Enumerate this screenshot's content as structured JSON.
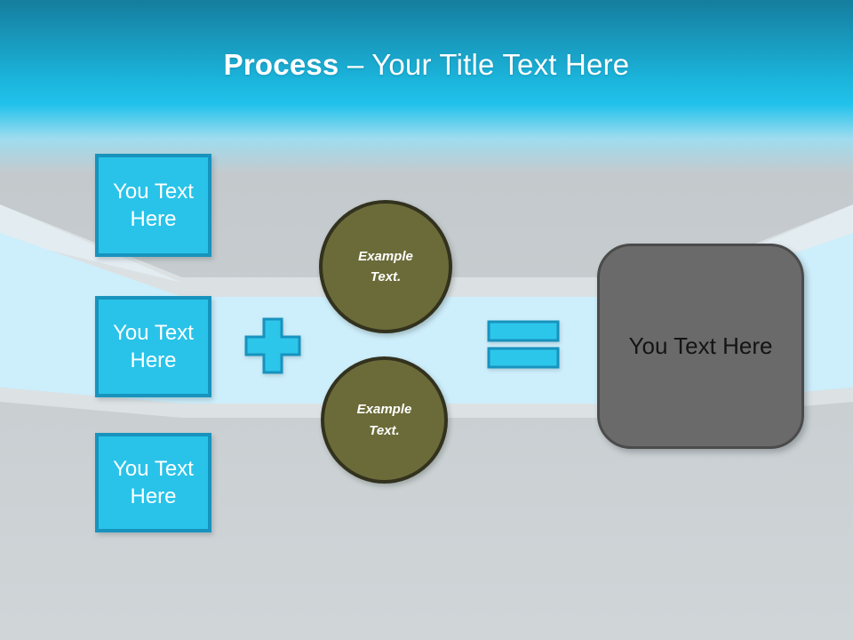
{
  "title": {
    "bold": "Process",
    "separator": " – ",
    "rest": "Your Title Text Here"
  },
  "process": {
    "input_boxes": [
      {
        "label": "You Text Here"
      },
      {
        "label": "You Text Here"
      },
      {
        "label": "You Text Here"
      }
    ],
    "plus_icon": "plus-operator",
    "equals_icon": "equals-operator",
    "example_circles": [
      {
        "label": "Example Text."
      },
      {
        "label": "Example Text."
      }
    ],
    "result_box": {
      "label": "You Text Here"
    }
  },
  "colors": {
    "accent_cyan": "#29c3e9",
    "accent_cyan_border": "#1793bd",
    "olive_circle": "#6b6b39",
    "olive_border": "#32321e",
    "result_gray": "#6a6a6a",
    "result_border": "#4b4b4b",
    "window_band_blue": "#cdeefb",
    "sky_top": "#157d9d",
    "sky_bright_cyan": "#1fc0ea",
    "wall_gray": "#c5cbce",
    "title_text": "#ffffff"
  }
}
